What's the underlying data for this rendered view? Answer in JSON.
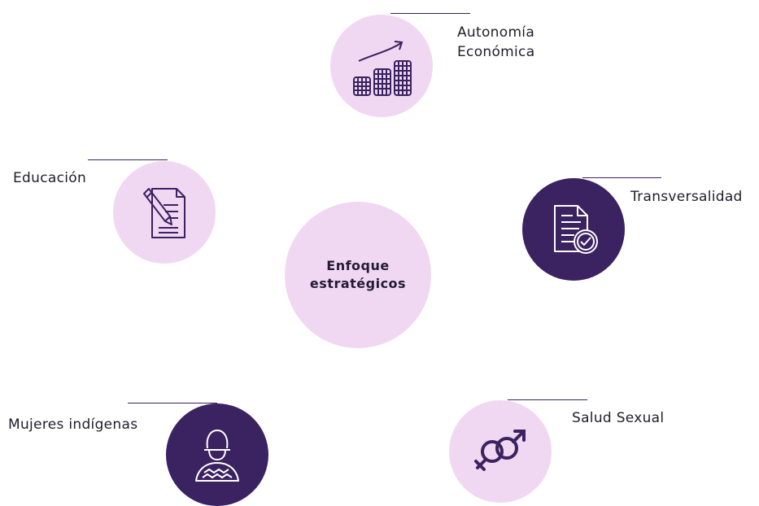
{
  "center": {
    "line1": "Enfoque",
    "line2": "estratégicos"
  },
  "nodes": {
    "autonomia": {
      "line1": "Autonomía",
      "line2": "Económica",
      "icon": "coins-growth-icon"
    },
    "educacion": {
      "label": "Educación",
      "icon": "document-pencil-icon"
    },
    "transversalidad": {
      "label": "Transversalidad",
      "icon": "document-check-icon"
    },
    "mujeres": {
      "label": "Mujeres indígenas",
      "icon": "indigenous-woman-icon"
    },
    "salud": {
      "label": "Salud Sexual",
      "icon": "gender-symbols-icon"
    }
  },
  "colors": {
    "light": "#f0d8f2",
    "dark": "#3b2260",
    "text": "#1e1e2a"
  }
}
